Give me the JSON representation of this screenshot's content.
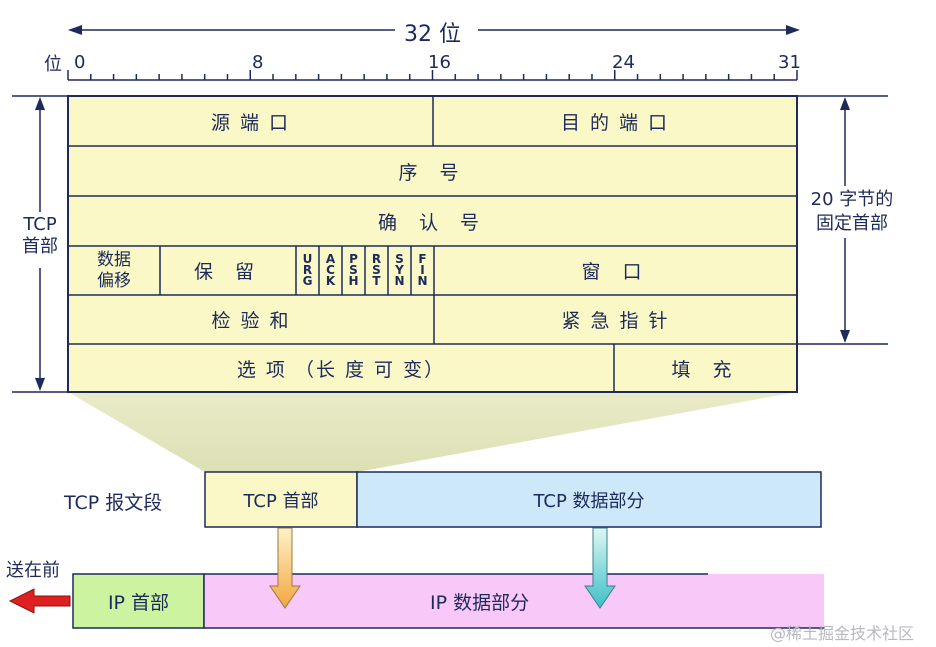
{
  "ruler": {
    "width_label": "32 位",
    "bit_label": "位",
    "ticks": [
      "0",
      "8",
      "16",
      "24",
      "31"
    ]
  },
  "header": {
    "rows": [
      [
        {
          "label": "源 端 口"
        },
        {
          "label": "目 的 端 口"
        }
      ],
      [
        {
          "label": "序 号"
        }
      ],
      [
        {
          "label": "确 认 号"
        }
      ],
      [
        {
          "label": "数据偏移"
        },
        {
          "label": "保 留"
        },
        {
          "label": "窗 口"
        }
      ],
      [
        {
          "label": "检 验 和"
        },
        {
          "label": "紧 急 指 针"
        }
      ],
      [
        {
          "label": "选 项 （长 度 可 变）"
        },
        {
          "label": "填 充"
        }
      ]
    ],
    "offset_line1": "数据",
    "offset_line2": "偏移",
    "flags": [
      {
        "letters": [
          "U",
          "R",
          "G"
        ]
      },
      {
        "letters": [
          "A",
          "C",
          "K"
        ]
      },
      {
        "letters": [
          "P",
          "S",
          "H"
        ]
      },
      {
        "letters": [
          "R",
          "S",
          "T"
        ]
      },
      {
        "letters": [
          "S",
          "Y",
          "N"
        ]
      },
      {
        "letters": [
          "F",
          "I",
          "N"
        ]
      }
    ]
  },
  "left_brace": {
    "line1": "TCP",
    "line2": "首部"
  },
  "right_brace": {
    "line1": "20 字节的",
    "line2": "固定首部"
  },
  "segment": {
    "label": "TCP 报文段",
    "header": "TCP 首部",
    "data": "TCP 数据部分"
  },
  "ip": {
    "send_first": "送在前",
    "header": "IP 首部",
    "data": "IP 数据部分"
  },
  "watermark": "@稀土掘金技术社区",
  "colors": {
    "table_fill": "#fbf8c8",
    "line": "#1d2a5a",
    "tcp_data": "#cde8f8",
    "ip_header": "#ccf4a0",
    "ip_data": "#f8c8f8",
    "arrow_red": "#e02020",
    "funnel": "#e3e5be"
  }
}
